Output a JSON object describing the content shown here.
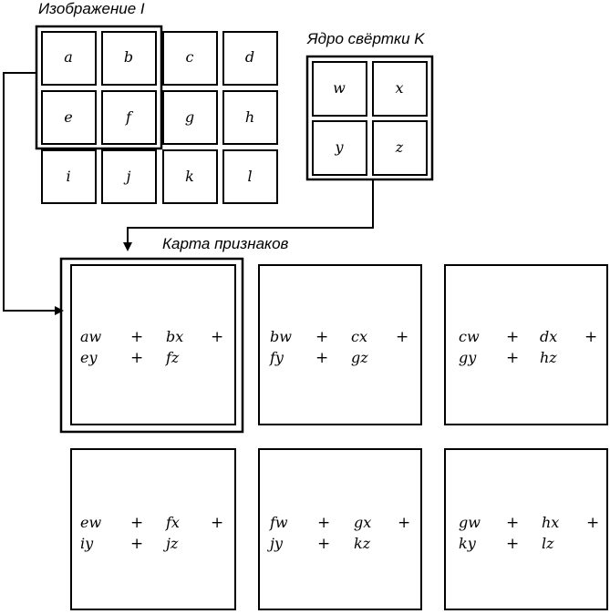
{
  "image": {
    "title": "Изображение I",
    "cells": [
      [
        "a",
        "b",
        "c",
        "d"
      ],
      [
        "e",
        "f",
        "g",
        "h"
      ],
      [
        "i",
        "j",
        "k",
        "l"
      ]
    ]
  },
  "kernel": {
    "title": "Ядро свёртки K",
    "cells": [
      [
        "w",
        "x"
      ],
      [
        "y",
        "z"
      ]
    ]
  },
  "feature_map": {
    "title": "Карта признаков",
    "rows": [
      [
        {
          "line1": [
            "aw",
            "+",
            "bx",
            "+"
          ],
          "line2": [
            "ey",
            "+",
            "fz"
          ]
        },
        {
          "line1": [
            "bw",
            "+",
            "cx",
            "+"
          ],
          "line2": [
            "fy",
            "+",
            "gz"
          ]
        },
        {
          "line1": [
            "cw",
            "+",
            "dx",
            "+"
          ],
          "line2": [
            "gy",
            "+",
            "hz"
          ]
        }
      ],
      [
        {
          "line1": [
            "ew",
            "+",
            "fx",
            "+"
          ],
          "line2": [
            "iy",
            "+",
            "jz"
          ]
        },
        {
          "line1": [
            "fw",
            "+",
            "gx",
            "+"
          ],
          "line2": [
            "jy",
            "+",
            "kz"
          ]
        },
        {
          "line1": [
            "gw",
            "+",
            "hx",
            "+"
          ],
          "line2": [
            "ky",
            "+",
            "lz"
          ]
        }
      ]
    ]
  }
}
